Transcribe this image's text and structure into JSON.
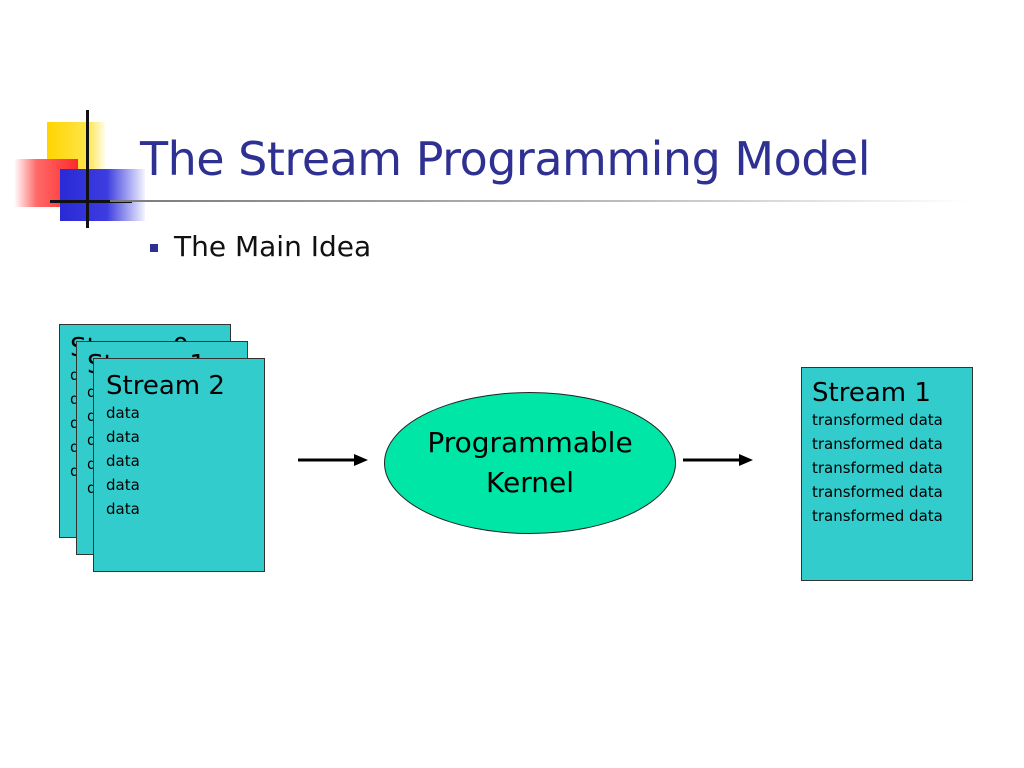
{
  "title": "The Stream Programming Model",
  "bullets": [
    "The Main Idea"
  ],
  "input_streams": {
    "front": {
      "title": "Stream 2",
      "lines": [
        "data",
        "data",
        "data",
        "data",
        "data"
      ]
    },
    "behind": [
      "Stream 1",
      "Stream 0"
    ]
  },
  "kernel": {
    "line1": "Programmable",
    "line2": "Kernel"
  },
  "output_stream": {
    "title": "Stream 1",
    "lines": [
      "transformed data",
      "transformed data",
      "transformed data",
      "transformed data",
      "transformed data"
    ]
  },
  "colors": {
    "title": "#2e3192",
    "stream_box": "#33cccc",
    "kernel": "#00e6a6"
  }
}
